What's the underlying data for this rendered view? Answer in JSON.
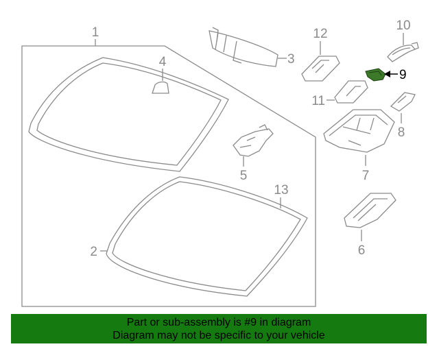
{
  "diagram": {
    "callouts": {
      "c1": "1",
      "c2": "2",
      "c3": "3",
      "c4": "4",
      "c5": "5",
      "c6": "6",
      "c7": "7",
      "c8": "8",
      "c9": "9",
      "c10": "10",
      "c11": "11",
      "c12": "12",
      "c13": "13"
    },
    "highlighted_part": "9",
    "colors": {
      "line": "#8a8a8a",
      "highlight": "#3c7a2a",
      "banner": "#157a10"
    }
  },
  "banner": {
    "line1": "Part or sub-assembly is #9 in diagram",
    "line2": "Diagram may not be specific to your vehicle"
  }
}
